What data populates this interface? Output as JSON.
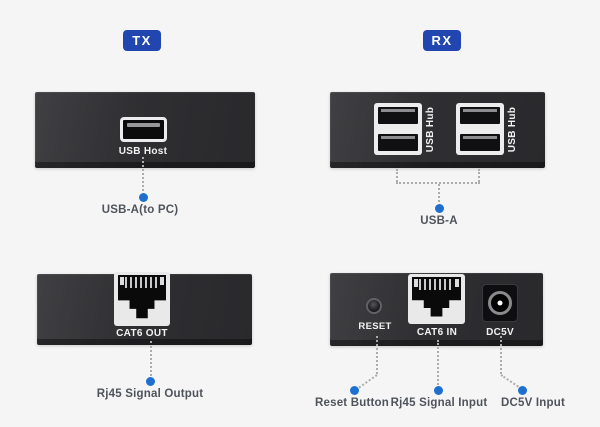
{
  "title": "USB extender TX/RX rear panel diagram",
  "badges": {
    "tx": "TX",
    "rx": "RX"
  },
  "colors": {
    "badge_blue": "#2146b0",
    "callout_dot_blue": "#1e6fd0",
    "panel_dark": "#2e2e31",
    "annotation_gray": "#4f545b",
    "background": "#f5f5f6"
  },
  "icons": {
    "usb_host_port": "usb-a-port-icon",
    "usb_hub_block": "usb-hub-dual-port-icon",
    "rj45_port": "rj45-port-icon",
    "dc_jack": "dc-barrel-jack-icon",
    "reset_knob": "reset-knob-icon",
    "callout_dot": "callout-dot-icon"
  },
  "tx_top": {
    "port_label": "USB Host",
    "annotation": "USB-A(to PC)"
  },
  "rx_top": {
    "hub1_label": "USB Hub",
    "hub2_label": "USB Hub",
    "annotation": "USB-A"
  },
  "tx_bottom": {
    "port_label": "CAT6 OUT",
    "annotation": "Rj45 Signal Output"
  },
  "rx_bottom": {
    "reset_label": "RESET",
    "rj45_label": "CAT6 IN",
    "dc_label": "DC5V",
    "reset_annotation": "Reset Button",
    "rj45_annotation": "Rj45 Signal Input",
    "dc_annotation": "DC5V Input"
  }
}
